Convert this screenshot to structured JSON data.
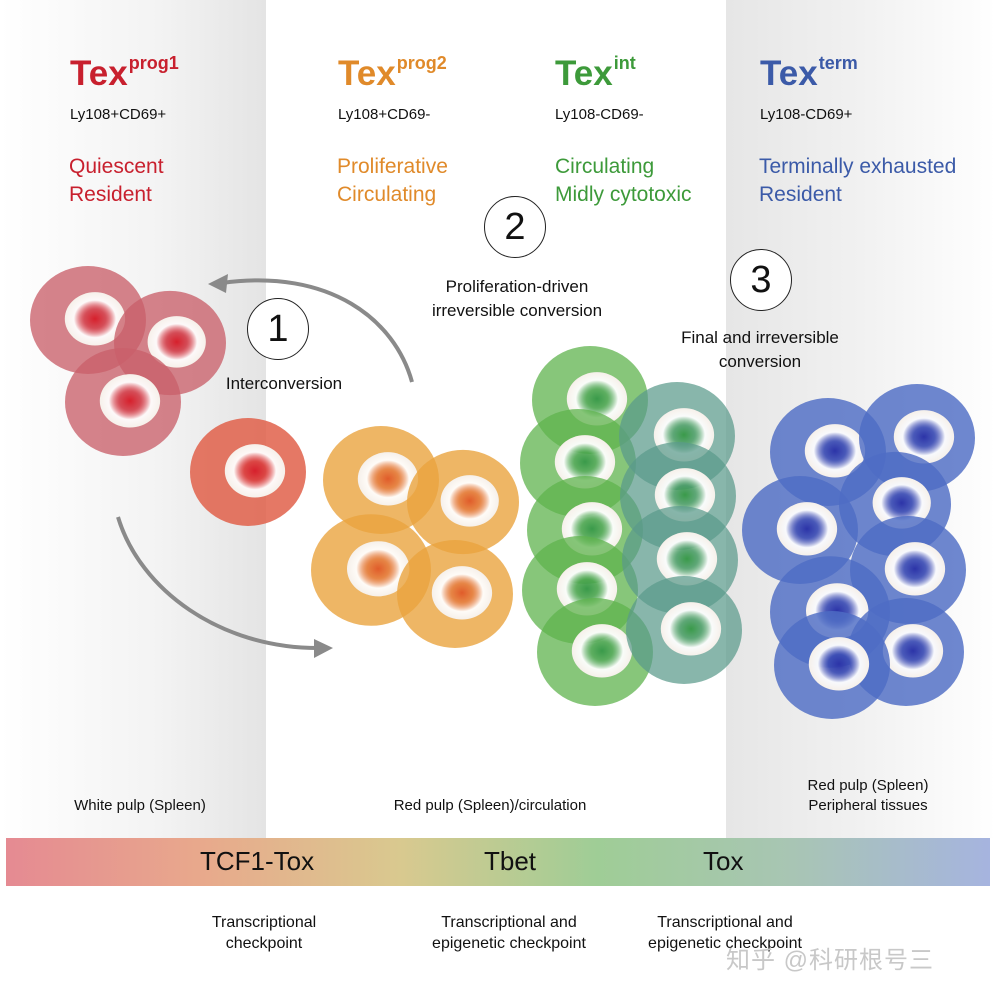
{
  "populations": [
    {
      "name": "Tex",
      "sup": "prog1",
      "color": "#c8202e",
      "markers": "Ly108+CD69+",
      "desc1": "Quiescent",
      "desc2": "Resident"
    },
    {
      "name": "Tex",
      "sup": "prog2",
      "color": "#e08a2a",
      "markers": "Ly108+CD69-",
      "desc1": "Proliferative",
      "desc2": "Circulating"
    },
    {
      "name": "Tex",
      "sup": "int",
      "color": "#3d9a3a",
      "markers": "Ly108-CD69-",
      "desc1": "Circulating",
      "desc2": "Midly cytotoxic"
    },
    {
      "name": "Tex",
      "sup": "term",
      "color": "#3b5aa8",
      "markers": "Ly108-CD69+",
      "desc1": "Terminally exhausted",
      "desc2": "Resident"
    }
  ],
  "conversions": [
    {
      "number": "1",
      "label": "Interconversion"
    },
    {
      "number": "2",
      "label_line1": "Proliferation-driven",
      "label_line2": "irreversible conversion"
    },
    {
      "number": "3",
      "label_line1": "Final and irreversible",
      "label_line2": "conversion"
    }
  ],
  "locations": {
    "white_pulp": "White pulp (Spleen)",
    "red_pulp_circ": "Red pulp (Spleen)/circulation",
    "red_pulp_line1": "Red pulp (Spleen)",
    "red_pulp_line2": "Peripheral tissues"
  },
  "gradient_bar": {
    "labels": [
      "TCF1-Tox",
      "Tbet",
      "Tox"
    ],
    "colors": [
      "#e58a92",
      "#e8a98c",
      "#d9c98f",
      "#9fcd96",
      "#a8c5b4",
      "#a6b4df"
    ]
  },
  "checkpoints": [
    {
      "line1": "Transcriptional",
      "line2": "checkpoint"
    },
    {
      "line1": "Transcriptional and",
      "line2": "epigenetic checkpoint"
    },
    {
      "line1": "Transcriptional and",
      "line2": "epigenetic checkpoint"
    }
  ],
  "watermark": "知乎 @科研根号三",
  "cell_colors": {
    "prog1": "#c9606a",
    "prog1_core": "#d6202c",
    "prog2": "#eaa43e",
    "prog2_core": "#e05c2a",
    "int": "#5fb34e",
    "int_core": "#3a9a4a",
    "int_mix": "#5a9a8a",
    "term": "#4e6cc4",
    "term_core": "#2c34a8"
  }
}
